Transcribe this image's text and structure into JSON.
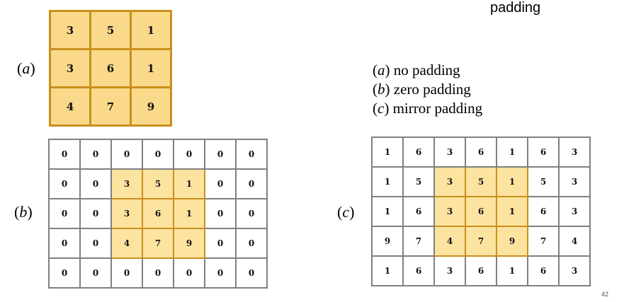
{
  "heading": "padding",
  "labels": {
    "a": "a",
    "b": "b",
    "c": "c"
  },
  "legend": [
    {
      "letter": "a",
      "text": "no padding"
    },
    {
      "letter": "b",
      "text": "zero padding"
    },
    {
      "letter": "c",
      "text": "mirror padding"
    }
  ],
  "grid_a": [
    [
      3,
      5,
      1
    ],
    [
      3,
      6,
      1
    ],
    [
      4,
      7,
      9
    ]
  ],
  "grid_b": [
    [
      0,
      0,
      0,
      0,
      0,
      0,
      0
    ],
    [
      0,
      0,
      3,
      5,
      1,
      0,
      0
    ],
    [
      0,
      0,
      3,
      6,
      1,
      0,
      0
    ],
    [
      0,
      0,
      4,
      7,
      9,
      0,
      0
    ],
    [
      0,
      0,
      0,
      0,
      0,
      0,
      0
    ]
  ],
  "grid_c": [
    [
      1,
      6,
      3,
      6,
      1,
      6,
      3
    ],
    [
      1,
      5,
      3,
      5,
      1,
      5,
      3
    ],
    [
      1,
      6,
      3,
      6,
      1,
      6,
      3
    ],
    [
      9,
      7,
      4,
      7,
      9,
      7,
      4
    ],
    [
      1,
      6,
      3,
      6,
      1,
      6,
      3
    ]
  ],
  "highlight": {
    "rows": [
      1,
      3
    ],
    "cols": [
      2,
      4
    ]
  },
  "colors": {
    "fill": "#fad98a",
    "border": "#c8901c",
    "grid": "#808080"
  },
  "page_number": "42"
}
